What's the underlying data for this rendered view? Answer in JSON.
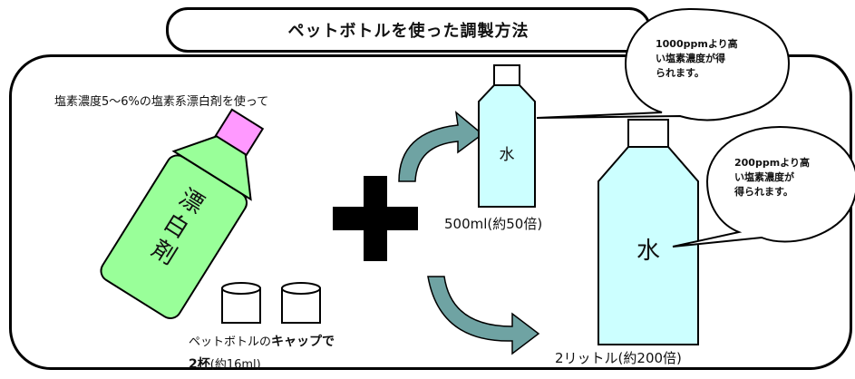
{
  "title": "ペットボトルを使った調製方法",
  "subtitle": "塩素濃度5～6%の塩素系漂白剤を使って",
  "bleach_bottle": {
    "text": "漂白剤"
  },
  "cap_caption": {
    "line1_plain": "ペットボトルの",
    "line1_bold": "キャップで",
    "line2_bold": "2杯",
    "line2_plain": "(約16ml)"
  },
  "small_bottle": {
    "text": "水",
    "label": "500ml(約50倍)"
  },
  "large_bottle": {
    "text": "水",
    "label": "2リットル(約200倍)"
  },
  "bubble_small": {
    "line1": "1000ppmより高",
    "line2": "い塩素濃度が得",
    "line3": "られます。"
  },
  "bubble_large": {
    "line1": "200ppmより高",
    "line2": "い塩素濃度が",
    "line3": "得られます。"
  },
  "colors": {
    "bleach_body": "#99ff99",
    "bleach_cap": "#ff99ff",
    "water_bottle": "#ccffff",
    "arrow": "#6fa3a3"
  }
}
